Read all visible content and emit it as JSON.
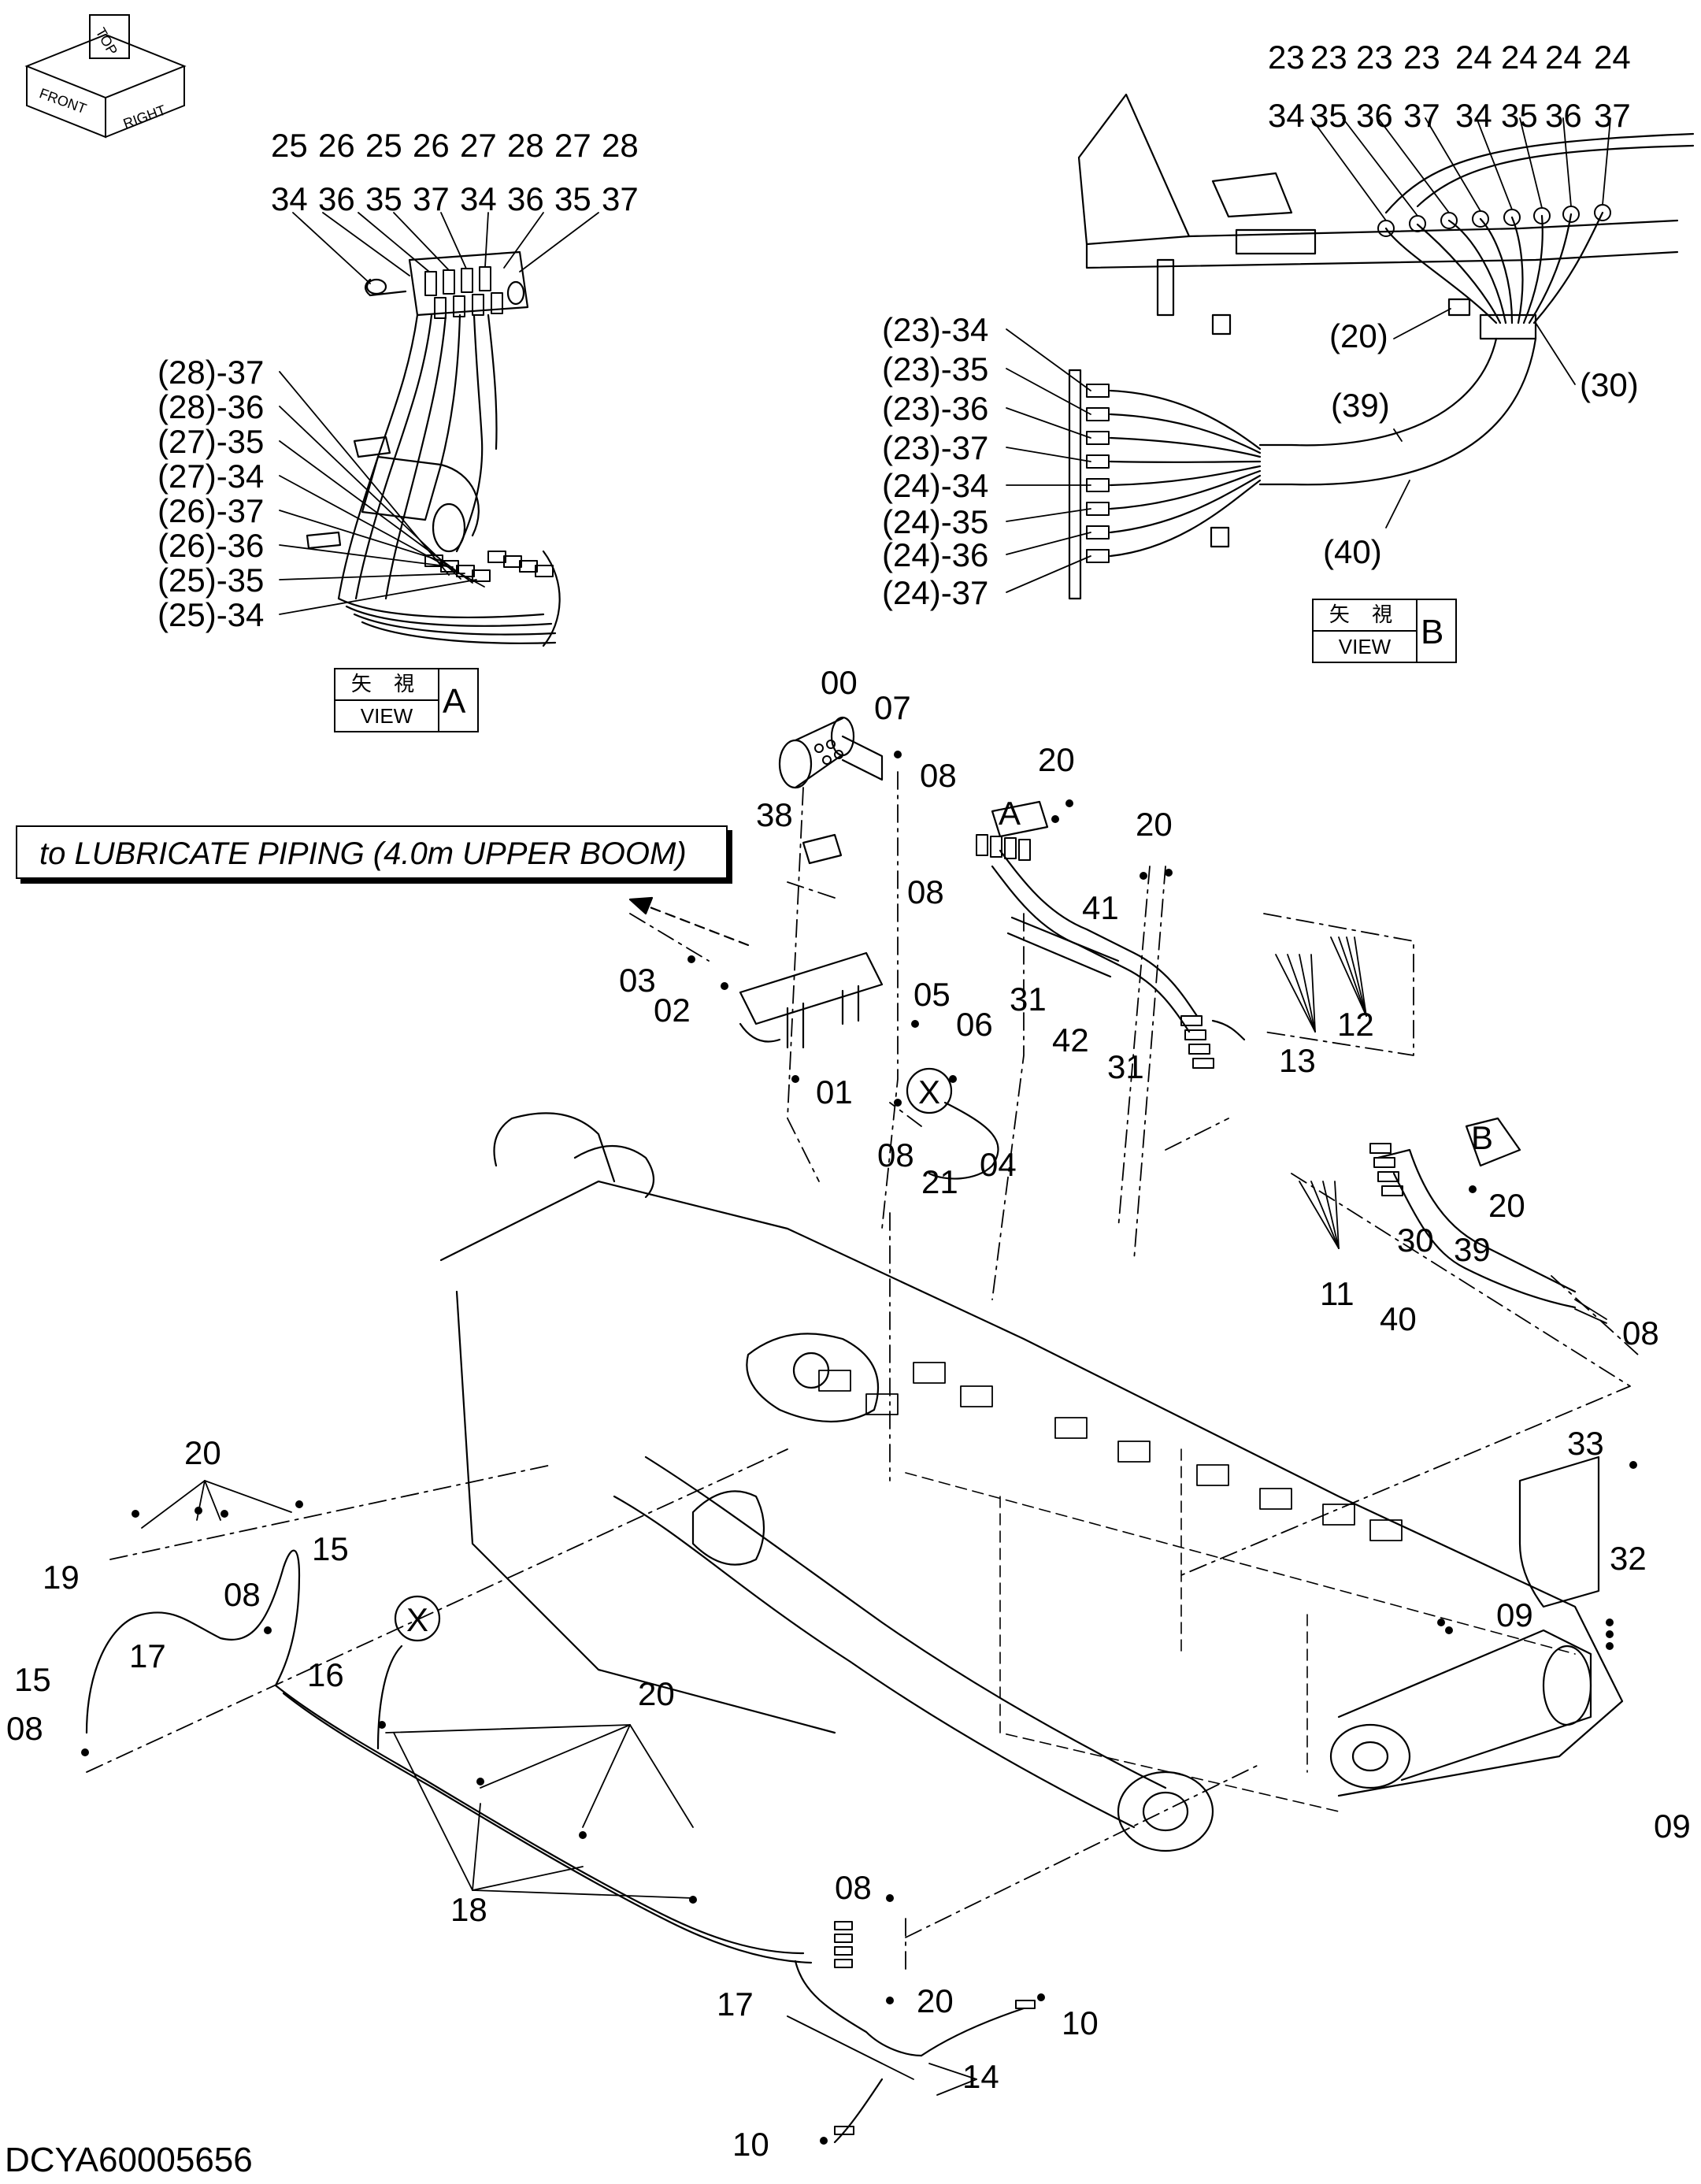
{
  "document_id": "DCYA60005656",
  "orientation": {
    "top": "TOP",
    "front": "FRONT",
    "right": "RIGHT"
  },
  "banner": {
    "text": "to LUBRICATE PIPING (4.0m UPPER BOOM)"
  },
  "view_a": {
    "jp": "矢 視",
    "en": "VIEW",
    "letter": "A"
  },
  "view_b": {
    "jp": "矢 視",
    "en": "VIEW",
    "letter": "B"
  },
  "view_a_top_labels": {
    "row1": [
      "25",
      "26",
      "25",
      "26",
      "27",
      "28",
      "27",
      "28"
    ],
    "row2": [
      "34",
      "36",
      "35",
      "37",
      "34",
      "36",
      "35",
      "37"
    ]
  },
  "view_a_side_labels": [
    "(28)-37",
    "(28)-36",
    "(27)-35",
    "(27)-34",
    "(26)-37",
    "(26)-36",
    "(25)-35",
    "(25)-34"
  ],
  "view_b_top_labels": {
    "row1": [
      "23",
      "23",
      "23",
      "23",
      "24",
      "24",
      "24",
      "24"
    ],
    "row2": [
      "34",
      "35",
      "36",
      "37",
      "34",
      "35",
      "36",
      "37"
    ]
  },
  "view_b_side_labels": [
    "(23)-34",
    "(23)-35",
    "(23)-36",
    "(23)-37",
    "(24)-34",
    "(24)-35",
    "(24)-36",
    "(24)-37"
  ],
  "view_b_callouts": {
    "c20": "(20)",
    "c30": "(30)",
    "c39": "(39)",
    "c40": "(40)"
  },
  "callouts": {
    "p00": "00",
    "p07": "07",
    "p08a": "08",
    "p08b": "08",
    "p20a": "20",
    "p20b": "20",
    "p38": "38",
    "p41": "41",
    "p42": "42",
    "p31a": "31",
    "p31b": "31",
    "p12": "12",
    "p13": "13",
    "p03": "03",
    "p02": "02",
    "p05": "05",
    "p06": "06",
    "p01": "01",
    "p08c": "08",
    "p21": "21",
    "p04": "04",
    "pX1": "X",
    "pX2": "X",
    "p20c": "20",
    "p30": "30",
    "p39": "39",
    "p40": "40",
    "p11": "11",
    "p08d": "08",
    "p33": "33",
    "p32": "32",
    "p09a": "09",
    "p09b": "09",
    "p20d": "20",
    "p19": "19",
    "p15a": "15",
    "p08e": "08",
    "p17a": "17",
    "p15b": "15",
    "p08f": "08",
    "p16": "16",
    "p20e": "20",
    "p18": "18",
    "p08g": "08",
    "p20f": "20",
    "p17b": "17",
    "p10a": "10",
    "p14": "14",
    "p10b": "10",
    "pA": "A",
    "pB": "B"
  }
}
